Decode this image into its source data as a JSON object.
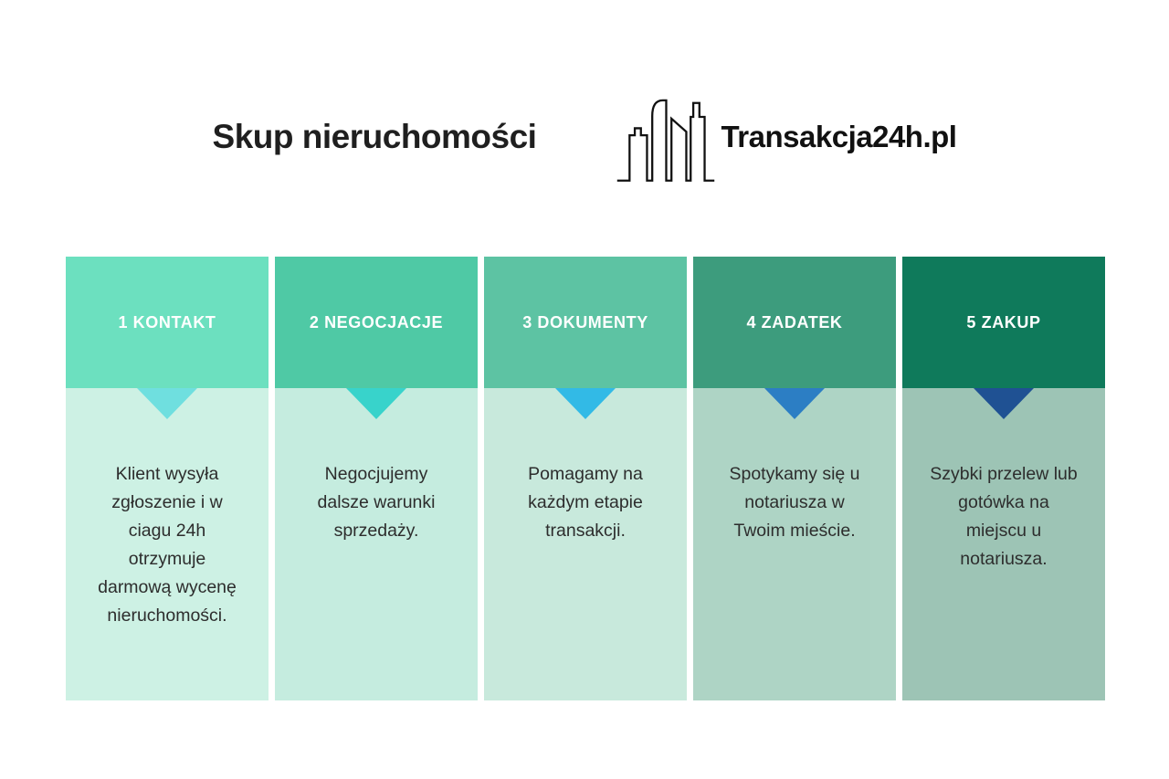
{
  "header": {
    "title": "Skup nieruchomości",
    "logo": {
      "icon": "city-skyline-icon",
      "text": "Transakcja24h.pl",
      "color": "#111111"
    }
  },
  "columns": [
    {
      "step": "1 KONTAKT",
      "description": "Klient wysyła zgłoszenie i w ciagu 24h otrzymuje darmową wycenę nieruchomości.",
      "colors": {
        "header": "#6ce0bf",
        "body": "#cdf1e4",
        "arrow": "#6fdfdf"
      }
    },
    {
      "step": "2 NEGOCJACJE",
      "description": "Negocjujemy dalsze warunki sprzedaży.",
      "colors": {
        "header": "#4fc9a5",
        "body": "#c5ecdf",
        "arrow": "#38d3cb"
      }
    },
    {
      "step": "3 DOKUMENTY",
      "description": "Pomagamy na każdym etapie transakcji.",
      "colors": {
        "header": "#5dc3a3",
        "body": "#c8e9dc",
        "arrow": "#32bae6"
      }
    },
    {
      "step": "4 ZADATEK",
      "description": "Spotykamy się u notariusza w Twoim mieście.",
      "colors": {
        "header": "#3d9c7d",
        "body": "#aed4c5",
        "arrow": "#2c7ec4"
      }
    },
    {
      "step": "5 ZAKUP",
      "description": "Szybki przelew lub gotówka na miejscu u notariusza.",
      "colors": {
        "header": "#0f7a5b",
        "body": "#9dc4b5",
        "arrow": "#1f5193"
      }
    }
  ]
}
